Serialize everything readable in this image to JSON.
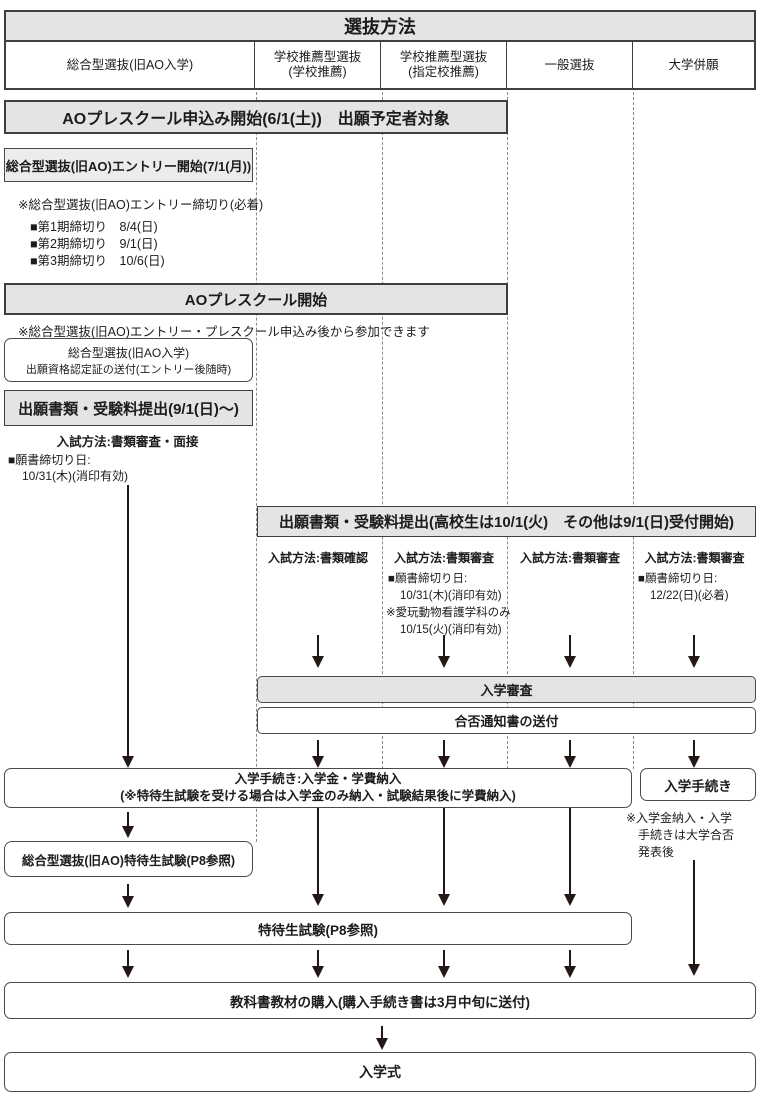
{
  "header": {
    "title": "選抜方法",
    "columns": [
      "総合型選抜(旧AO入学)",
      "学校推薦型選抜\n(学校推薦)",
      "学校推薦型選抜\n(指定校推薦)",
      "一般選抜",
      "大学併願"
    ]
  },
  "ao": {
    "preschool_apply": "AOプレスクール申込み開始(6/1(土))　出願予定者対象",
    "entry_start": "総合型選抜(旧AO)エントリー開始(7/1(月))",
    "entry_deadline_heading": "※総合型選抜(旧AO)エントリー締切り(必着)",
    "entry_deadlines": [
      "■第1期締切り　8/4(日)",
      "■第2期締切り　9/1(日)",
      "■第3期締切り　10/6(日)"
    ],
    "preschool_start": "AOプレスクール開始",
    "preschool_note": "※総合型選抜(旧AO)エントリー・プレスクール申込み後から参加できます",
    "cert_line1": "総合型選抜(旧AO入学)",
    "cert_line2": "出願資格認定証の送付(エントリー後随時)",
    "docs_submit": "出願書類・受験料提出(9/1(日)～)",
    "exam_method": "入試方法:書類審査・面接",
    "deadline_label": "■願書締切り日:",
    "deadline_date": "10/31(木)(消印有効)"
  },
  "others": {
    "docs_submit": "出願書類・受験料提出(高校生は10/1(火)　その他は9/1(日)受付開始)",
    "col2_method": "入試方法:書類確認",
    "col3_method": "入試方法:書類審査",
    "col3_deadline_label": "■願書締切り日:",
    "col3_deadline_date": "10/31(木)(消印有効)",
    "col3_note": "※愛玩動物看護学科のみ",
    "col3_note_date": "10/15(火)(消印有効)",
    "col4_method": "入試方法:書類審査",
    "col5_method": "入試方法:書類審査",
    "col5_deadline_label": "■願書締切り日:",
    "col5_deadline_date": "12/22(日)(必着)"
  },
  "common": {
    "screening": "入学審査",
    "notice": "合否通知書の送付",
    "procedure_line1": "入学手続き:入学金・学費納入",
    "procedure_line2": "(※特待生試験を受ける場合は入学金のみ納入・試験結果後に学費納入)",
    "procedure_col5": "入学手続き",
    "procedure_col5_note": "※入学金納入・入学\n手続きは大学合否\n発表後",
    "ao_scholarship": "総合型選抜(旧AO)特待生試験(P8参照)",
    "scholarship": "特待生試験(P8参照)",
    "textbooks": "教科書教材の購入(購入手続き書は3月中旬に送付)",
    "ceremony": "入学式"
  },
  "colors": {
    "box_gray": "#e4e4e4",
    "border_dark": "#3f3f3f",
    "dashed_line": "#8a8a8a",
    "text": "#1c1c1c"
  }
}
